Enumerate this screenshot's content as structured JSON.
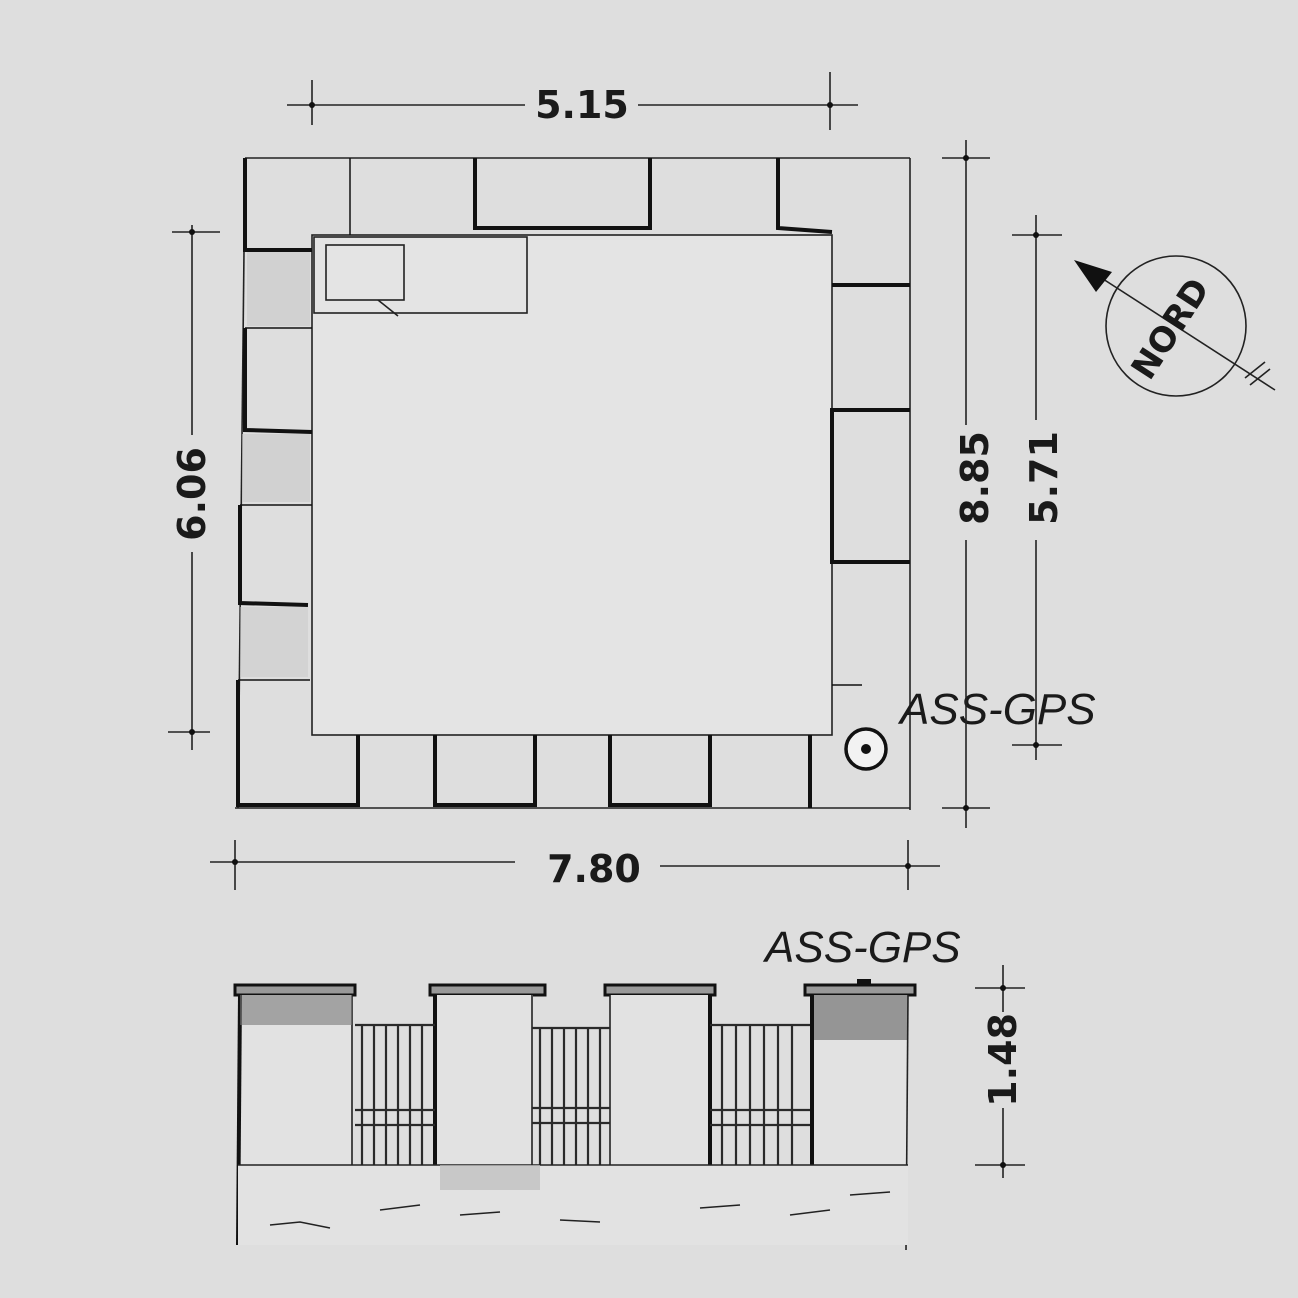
{
  "plan": {
    "dim_top": "5.15",
    "dim_bottom": "7.80",
    "dim_left": "6.06",
    "dim_right_outer": "8.85",
    "dim_right_inner": "5.71",
    "north_label": "NORD",
    "gps_label": "ASS-GPS"
  },
  "elevation": {
    "gps_label": "ASS-GPS",
    "dim_height": "1.48"
  },
  "colors": {
    "background": "#dedede",
    "ink": "#1a1a1a",
    "interior": "#e4e4e4"
  }
}
